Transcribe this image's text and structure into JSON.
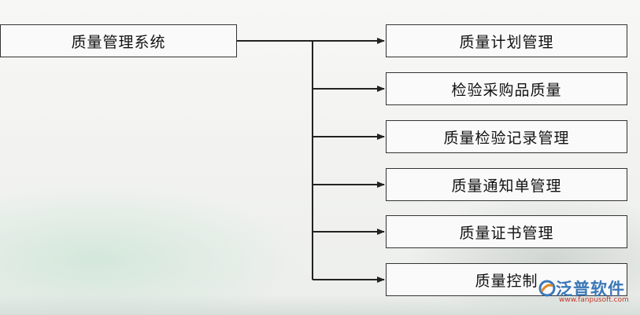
{
  "root": {
    "label": "质量管理系统"
  },
  "children": [
    {
      "label": "质量计划管理"
    },
    {
      "label": "检验采购品质量"
    },
    {
      "label": "质量检验记录管理"
    },
    {
      "label": "质量通知单管理"
    },
    {
      "label": "质量证书管理"
    },
    {
      "label": "质量控制"
    }
  ],
  "watermark": {
    "brand": "泛普软件",
    "url": "www.fanpusoft.com"
  },
  "colors": {
    "line": "#222222",
    "box_border": "#333333",
    "brand": "#3a78b8",
    "url": "#c0392b"
  }
}
